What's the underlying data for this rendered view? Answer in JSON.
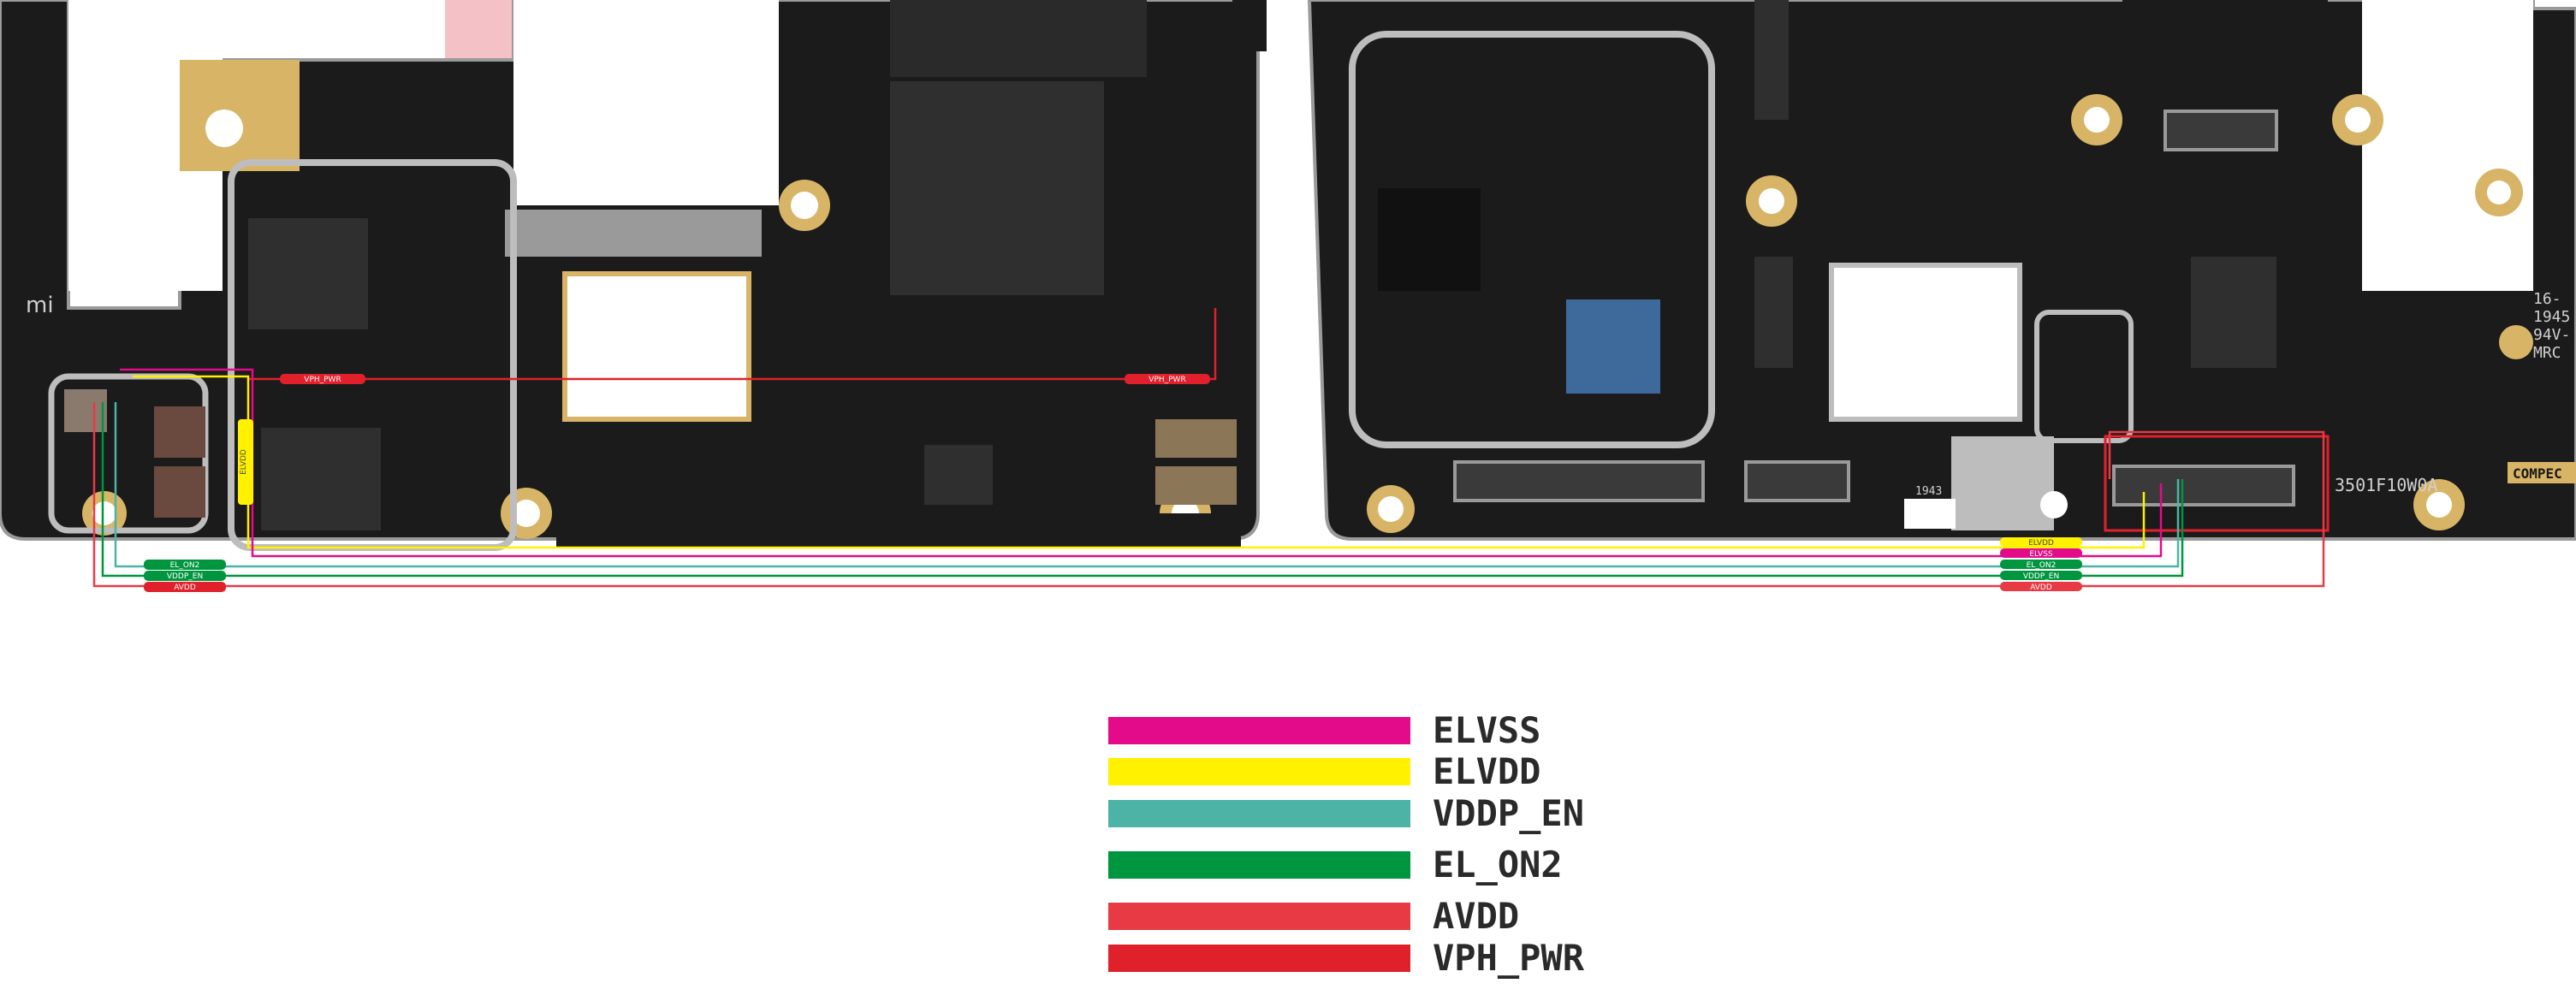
{
  "colors": {
    "board": "#1b1b1b",
    "board_edge": "#b8b8b8",
    "gold": "#d8b466",
    "watermark": "#f2b7bc",
    "ELVSS": "#e40b8a",
    "ELVDD": "#fff100",
    "VDDP_EN": "#4db3a7",
    "EL_ON2": "#00963f",
    "AVDD": "#e83a45",
    "VPH_PWR": "#e0212c"
  },
  "board_text": {
    "vph_pwr_tag_left": "VPH_PWR",
    "vph_pwr_tag_mid": "VPH_PWR",
    "elvdd_vertical_tag": "ELVDD",
    "left_tag_el_on2": "EL_ON2",
    "left_tag_vddp_en": "VDDP_EN",
    "left_tag_avdd": "AVDD",
    "right_tag_elvdd": "ELVDD",
    "right_tag_elvss": "ELVSS",
    "right_tag_el_on2": "EL_ON2",
    "right_tag_vddp_en": "VDDP_EN",
    "right_tag_avdd": "AVDD",
    "part_number": "3501F10W0A",
    "corner_text": "COMPEC",
    "side_code_1": "16-",
    "side_code_2": "1945",
    "side_code_3": "94V-",
    "side_code_4": "MRC",
    "mi_mark": "mi",
    "pad_label": "1943"
  },
  "legend": [
    {
      "label": "ELVSS",
      "color": "#e40b8a"
    },
    {
      "label": "ELVDD",
      "color": "#fff100"
    },
    {
      "label": "VDDP_EN",
      "color": "#4db3a7"
    },
    {
      "label": "EL_ON2",
      "color": "#00963f"
    },
    {
      "label": "AVDD",
      "color": "#e83a45"
    },
    {
      "label": "VPH_PWR",
      "color": "#e0212c"
    }
  ]
}
